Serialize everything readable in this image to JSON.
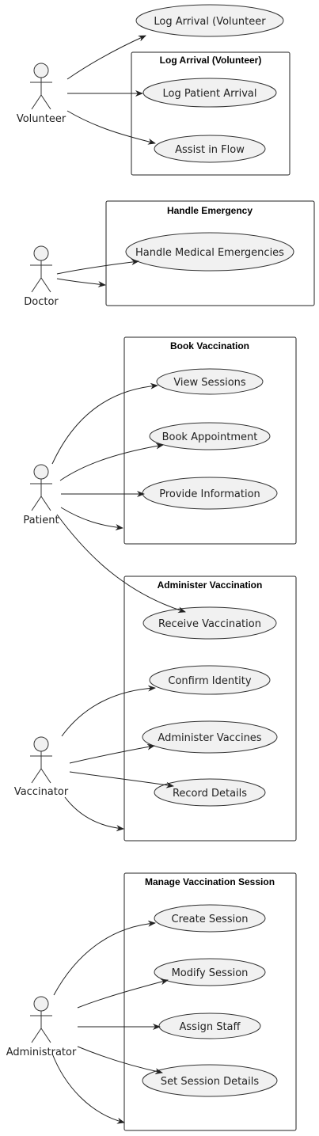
{
  "diagram": {
    "standalone_usecase": {
      "label": "Log Arrival (Volunteer"
    },
    "boundaries": {
      "log_arrival": {
        "title": "Log Arrival (Volunteer)",
        "usecases": {
          "log_patient_arrival": "Log Patient Arrival",
          "assist_in_flow": "Assist in Flow"
        }
      },
      "handle_emergency": {
        "title": "Handle Emergency",
        "usecases": {
          "handle_medical_emergencies": "Handle Medical Emergencies"
        }
      },
      "book_vaccination": {
        "title": "Book Vaccination",
        "usecases": {
          "view_sessions": "View Sessions",
          "book_appointment": "Book Appointment",
          "provide_information": "Provide Information"
        }
      },
      "administer_vaccination": {
        "title": "Administer Vaccination",
        "usecases": {
          "receive_vaccination": "Receive Vaccination",
          "confirm_identity": "Confirm Identity",
          "administer_vaccines": "Administer Vaccines",
          "record_details": "Record Details"
        }
      },
      "manage_vaccination_session": {
        "title": "Manage Vaccination Session",
        "usecases": {
          "create_session": "Create Session",
          "modify_session": "Modify Session",
          "assign_staff": "Assign Staff",
          "set_session_details": "Set Session Details"
        }
      }
    },
    "actors": {
      "volunteer": "Volunteer",
      "doctor": "Doctor",
      "patient": "Patient",
      "vaccinator": "Vaccinator",
      "administrator": "Administrator"
    }
  }
}
